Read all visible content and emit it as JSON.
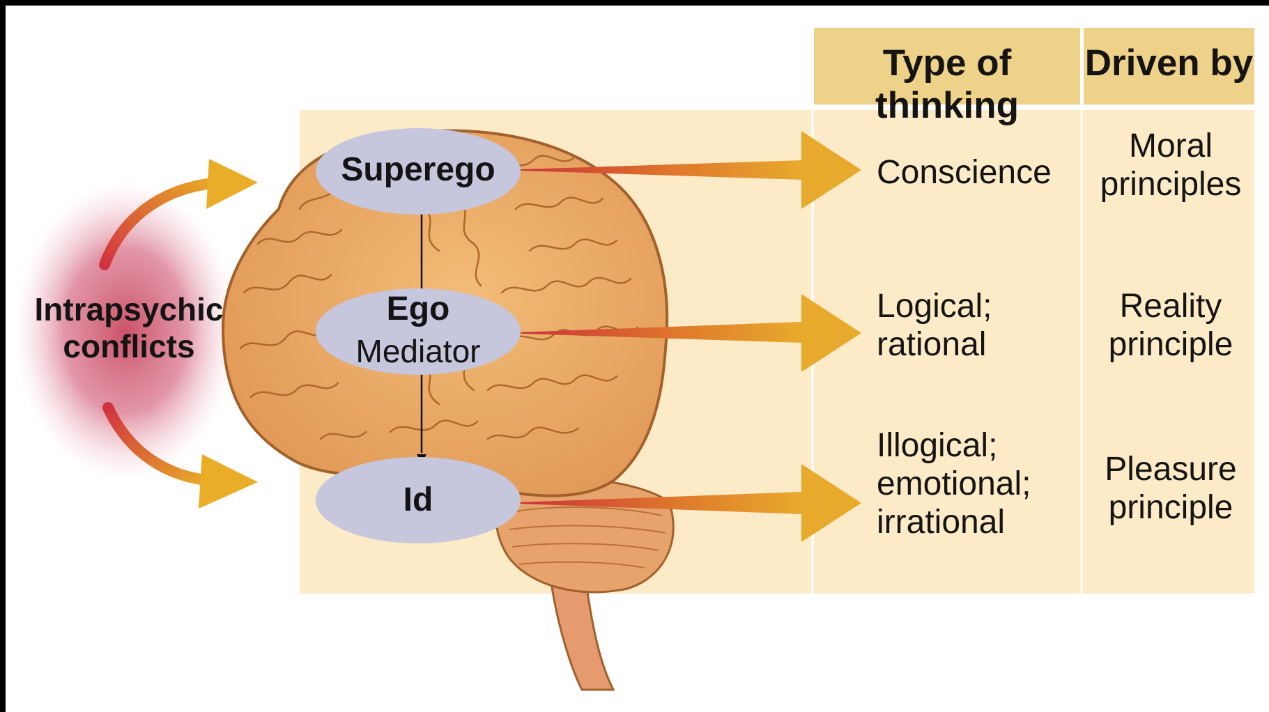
{
  "conflict_label": "Intrapsychic\nconflicts",
  "structures": [
    {
      "name": "Superego",
      "role": "",
      "thinking": "Conscience",
      "driven_by": "Moral\nprinciples"
    },
    {
      "name": "Ego",
      "role": "Mediator",
      "thinking": "Logical;\nrational",
      "driven_by": "Reality\nprinciple"
    },
    {
      "name": "Id",
      "role": "",
      "thinking": "Illogical;\nemotional;\nirrational",
      "driven_by": "Pleasure\nprinciple"
    }
  ],
  "headers": {
    "thinking": "Type of thinking",
    "driven_by": "Driven by"
  },
  "colors": {
    "panel": "#fdebc8",
    "header": "#efd28a",
    "ellipse": "#c6c6dc",
    "brain": "#e8a968",
    "brain_outline": "#a2602b",
    "arrow": "#e3a531",
    "conflict_glow": "#cf5b6f"
  }
}
